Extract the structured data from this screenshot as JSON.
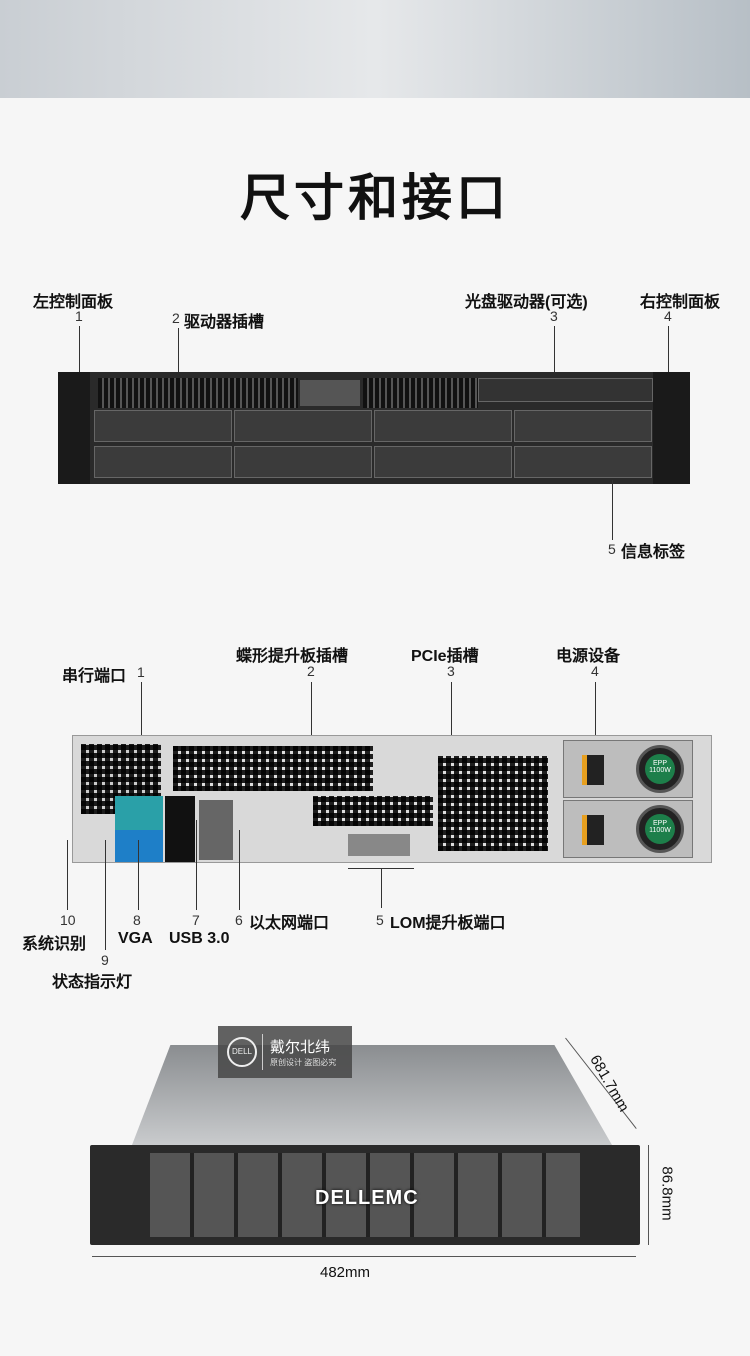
{
  "title": "尺寸和接口",
  "front": {
    "labels": [
      {
        "num": "1",
        "text": "左控制面板"
      },
      {
        "num": "2",
        "text": "驱动器插槽"
      },
      {
        "num": "3",
        "text": "光盘驱动器(可选)"
      },
      {
        "num": "4",
        "text": "右控制面板"
      },
      {
        "num": "5",
        "text": "信息标签"
      }
    ]
  },
  "rear": {
    "labels": [
      {
        "num": "1",
        "text": "串行端口"
      },
      {
        "num": "2",
        "text": "蝶形提升板插槽"
      },
      {
        "num": "3",
        "text": "PCIe插槽"
      },
      {
        "num": "4",
        "text": "电源设备"
      },
      {
        "num": "5",
        "text": "LOM提升板端口"
      },
      {
        "num": "6",
        "text": "以太网端口"
      },
      {
        "num": "7",
        "text": "USB 3.0"
      },
      {
        "num": "8",
        "text": "VGA"
      },
      {
        "num": "9",
        "text": "状态指示灯"
      },
      {
        "num": "10",
        "text": "系统识别"
      }
    ],
    "psu_label": "EPP",
    "psu_watt": "1100W"
  },
  "dimensions": {
    "width": "482mm",
    "depth": "681.7mm",
    "height": "86.8mm",
    "brand": "DELLEMC"
  },
  "watermark": {
    "logo": "DELL",
    "name": "戴尔北纬",
    "slogan": "原创设计 盗图必究"
  }
}
